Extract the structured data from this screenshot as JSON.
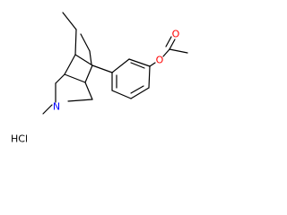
{
  "molecule": {
    "atoms": {
      "oxygen_carbonyl": "O",
      "oxygen_ester": "O",
      "nitrogen": "N",
      "salt": "HCl"
    },
    "colors": {
      "oxygen": "#ff0000",
      "nitrogen": "#0000ff",
      "bond": "#000000",
      "text": "#000000"
    }
  }
}
